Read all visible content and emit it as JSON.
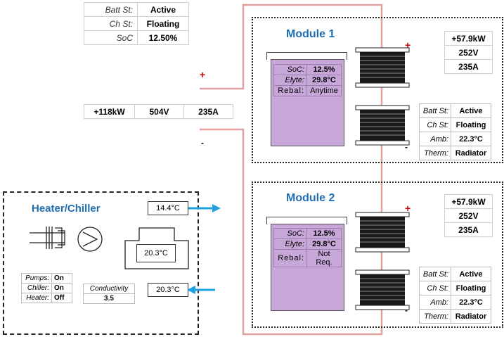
{
  "top_status": [
    {
      "key": "Batt St:",
      "value": "Active"
    },
    {
      "key": "Ch St:",
      "value": "Floating"
    },
    {
      "key": "SoC",
      "value": "12.50%"
    }
  ],
  "pack": {
    "power": "+118kW",
    "voltage": "504V",
    "current": "235A",
    "plus": "+",
    "minus": "-"
  },
  "modules": [
    {
      "title": "Module 1",
      "power": "+57.9kW",
      "voltage": "252V",
      "current": "235A",
      "cell": [
        {
          "key": "SoC:",
          "value": "12.5%"
        },
        {
          "key": "Elyte:",
          "value": "29.8°C"
        },
        {
          "key": "Rebal:",
          "value": "Anytime"
        }
      ],
      "status": [
        {
          "key": "Batt St:",
          "value": "Active"
        },
        {
          "key": "Ch St:",
          "value": "Floating"
        },
        {
          "key": "Amb:",
          "value": "22.3°C"
        },
        {
          "key": "Therm:",
          "value": "Radiator"
        }
      ],
      "plus": "+",
      "minus": "-"
    },
    {
      "title": "Module 2",
      "power": "+57.9kW",
      "voltage": "252V",
      "current": "235A",
      "cell": [
        {
          "key": "SoC:",
          "value": "12.5%"
        },
        {
          "key": "Elyte:",
          "value": "29.8°C"
        },
        {
          "key": "Rebal:",
          "value": "Not Req."
        }
      ],
      "status": [
        {
          "key": "Batt St:",
          "value": "Active"
        },
        {
          "key": "Ch St:",
          "value": "Floating"
        },
        {
          "key": "Amb:",
          "value": "22.3°C"
        },
        {
          "key": "Therm:",
          "value": "Radiator"
        }
      ],
      "plus": "+",
      "minus": "-"
    }
  ],
  "heater": {
    "title": "Heater/Chiller",
    "out_temp": "14.4°C",
    "tank_temp": "20.3°C",
    "in_temp": "20.3°C",
    "status": [
      {
        "key": "Pumps:",
        "value": "On"
      },
      {
        "key": "Chiller:",
        "value": "On"
      },
      {
        "key": "Heater:",
        "value": "Off"
      }
    ],
    "conductivity_label": "Conductivity",
    "conductivity_value": "3.5",
    "arrow_color": "#1fa0e0"
  },
  "colors": {
    "wire": "#e0a0a0",
    "title": "#1f6fb2",
    "cell": "#c7a6d8",
    "plus": "#d00000"
  }
}
